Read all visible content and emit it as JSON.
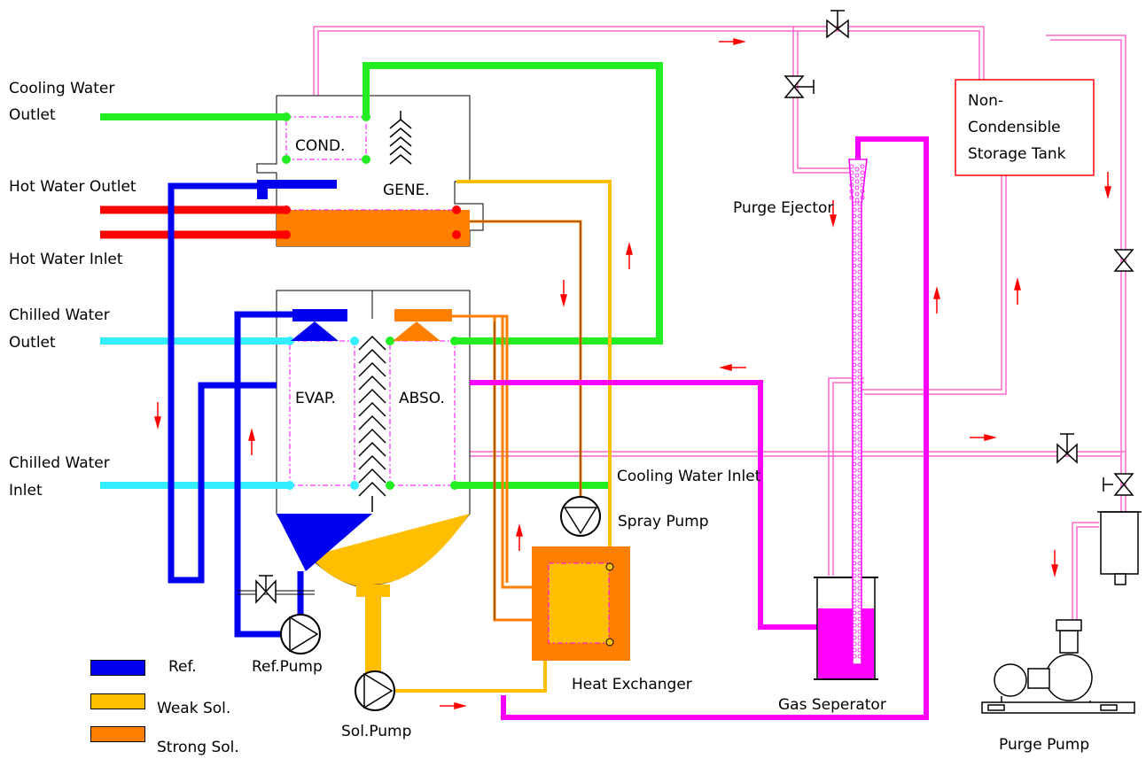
{
  "labels": {
    "cooling_water_outlet_1": "Cooling Water",
    "cooling_water_outlet_2": "Outlet",
    "hot_water_outlet": "Hot Water Outlet",
    "hot_water_inlet": "Hot Water Inlet",
    "chilled_water_outlet_1": "Chilled Water",
    "chilled_water_outlet_2": "Outlet",
    "chilled_water_inlet_1": "Chilled Water",
    "chilled_water_inlet_2": "Inlet",
    "cooling_water_inlet": "Cooling Water Inlet",
    "cond": "COND.",
    "gene": "GENE.",
    "evap": "EVAP.",
    "abso": "ABSO.",
    "spray_pump": "Spray Pump",
    "ref_pump": "Ref.Pump",
    "sol_pump": "Sol.Pump",
    "heat_exchanger": "Heat Exchanger",
    "gas_separator": "Gas Seperator",
    "purge_ejector": "Purge Ejector",
    "non_condensible_1": "Non-",
    "non_condensible_2": "Condensible",
    "non_condensible_3": "Storage Tank",
    "purge_pump": "Purge Pump"
  },
  "legend": [
    {
      "label": "Ref.",
      "color": "#0000ee"
    },
    {
      "label": "Weak Sol.",
      "color": "#ffbe00"
    },
    {
      "label": "Strong Sol.",
      "color": "#ff7f00"
    }
  ],
  "colors": {
    "refrigerant": "#0000ee",
    "weak_solution": "#ffbe00",
    "strong_solution": "#ff7f00",
    "cooling_water": "#22ee22",
    "hot_water": "#ff0000",
    "chilled_water": "#33eeff",
    "purge": "#ff00ff",
    "arrow": "#ff0000"
  },
  "icons": [
    "pump-icon",
    "valve-icon",
    "flow-arrow-icon",
    "ejector-icon",
    "vacuum-pump-icon"
  ]
}
